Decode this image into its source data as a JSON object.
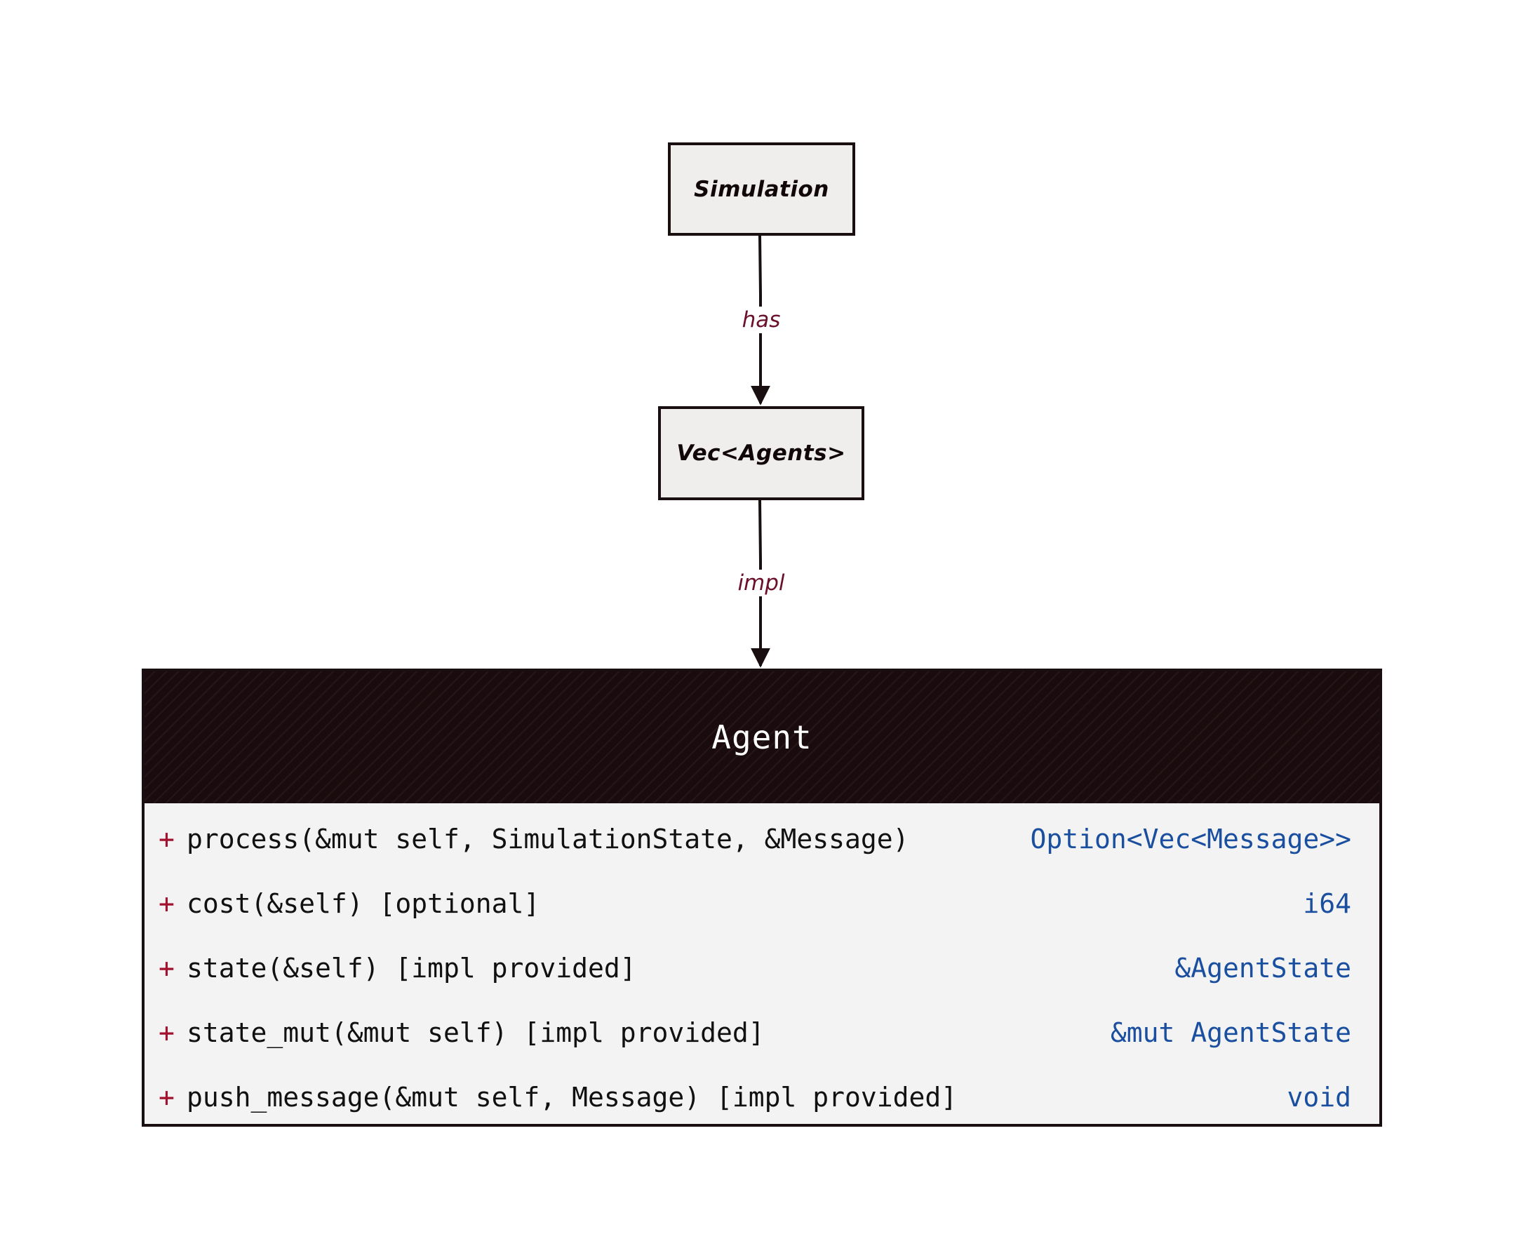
{
  "nodes": {
    "simulation": "Simulation",
    "vec_agents": "Vec<Agents>"
  },
  "edges": {
    "has": "has",
    "impl": "impl"
  },
  "agent_class": {
    "title": "Agent",
    "members": [
      {
        "visibility": "+",
        "signature": "process(&mut self, SimulationState, &Message)",
        "returns": "Option<Vec<Message>>"
      },
      {
        "visibility": "+",
        "signature": "cost(&self) [optional]",
        "returns": "i64"
      },
      {
        "visibility": "+",
        "signature": "state(&self) [impl provided]",
        "returns": "&AgentState"
      },
      {
        "visibility": "+",
        "signature": "state_mut(&mut self) [impl provided]",
        "returns": "&mut AgentState"
      },
      {
        "visibility": "+",
        "signature": "push_message(&mut self, Message) [impl provided]",
        "returns": "void"
      }
    ]
  },
  "colors": {
    "edge_label": "#6b0f2a",
    "visibility": "#a3112e",
    "return_type": "#1a4fa0",
    "header_bg": "#140809",
    "node_bg": "#f0eeec"
  }
}
